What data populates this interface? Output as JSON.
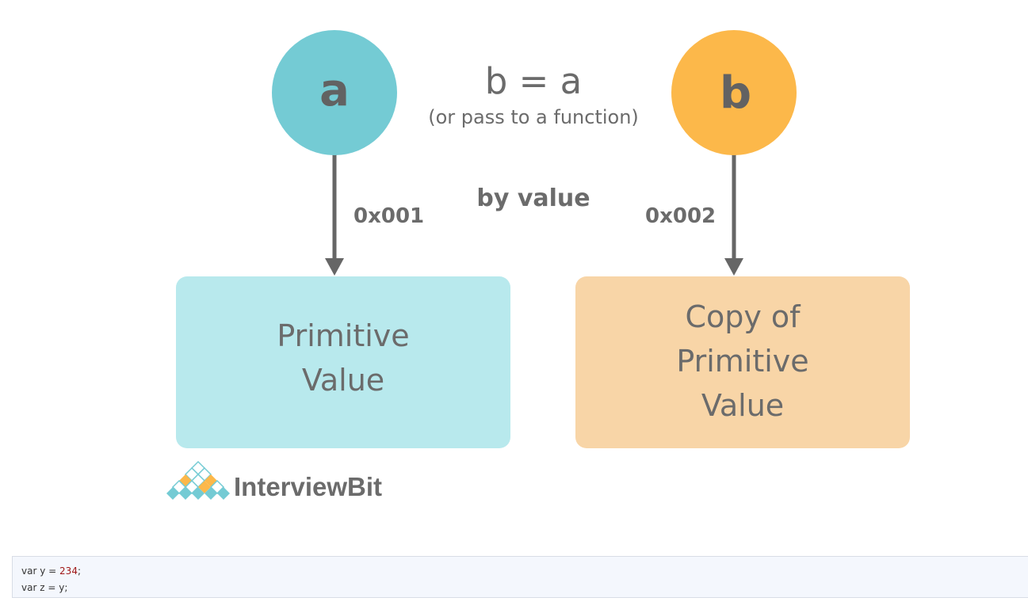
{
  "diagram": {
    "node_a": {
      "label": "a",
      "color": "#74cbd4"
    },
    "node_b": {
      "label": "b",
      "color": "#fcb84a"
    },
    "heading": "b = a",
    "subheading": "(or pass to a function)",
    "mode_label": "by value",
    "address_a": "0x001",
    "address_b": "0x002",
    "box_left": {
      "lines": [
        "Primitive",
        "Value"
      ],
      "color": "#b8e9ed"
    },
    "box_right": {
      "lines": [
        "Copy of",
        "Primitive",
        "Value"
      ],
      "color": "#f8d5a7"
    },
    "arrow_color": "#666666"
  },
  "logo": {
    "text": "InterviewBit",
    "colors": {
      "teal": "#74cbd4",
      "orange": "#fcb84a"
    }
  },
  "code": {
    "line1": {
      "keyword": "var",
      "ident": "y",
      "op": "=",
      "number": "234",
      "end": ";"
    },
    "line2": {
      "keyword": "var",
      "ident": "z",
      "op": "=",
      "value": "y",
      "end": ";"
    }
  }
}
